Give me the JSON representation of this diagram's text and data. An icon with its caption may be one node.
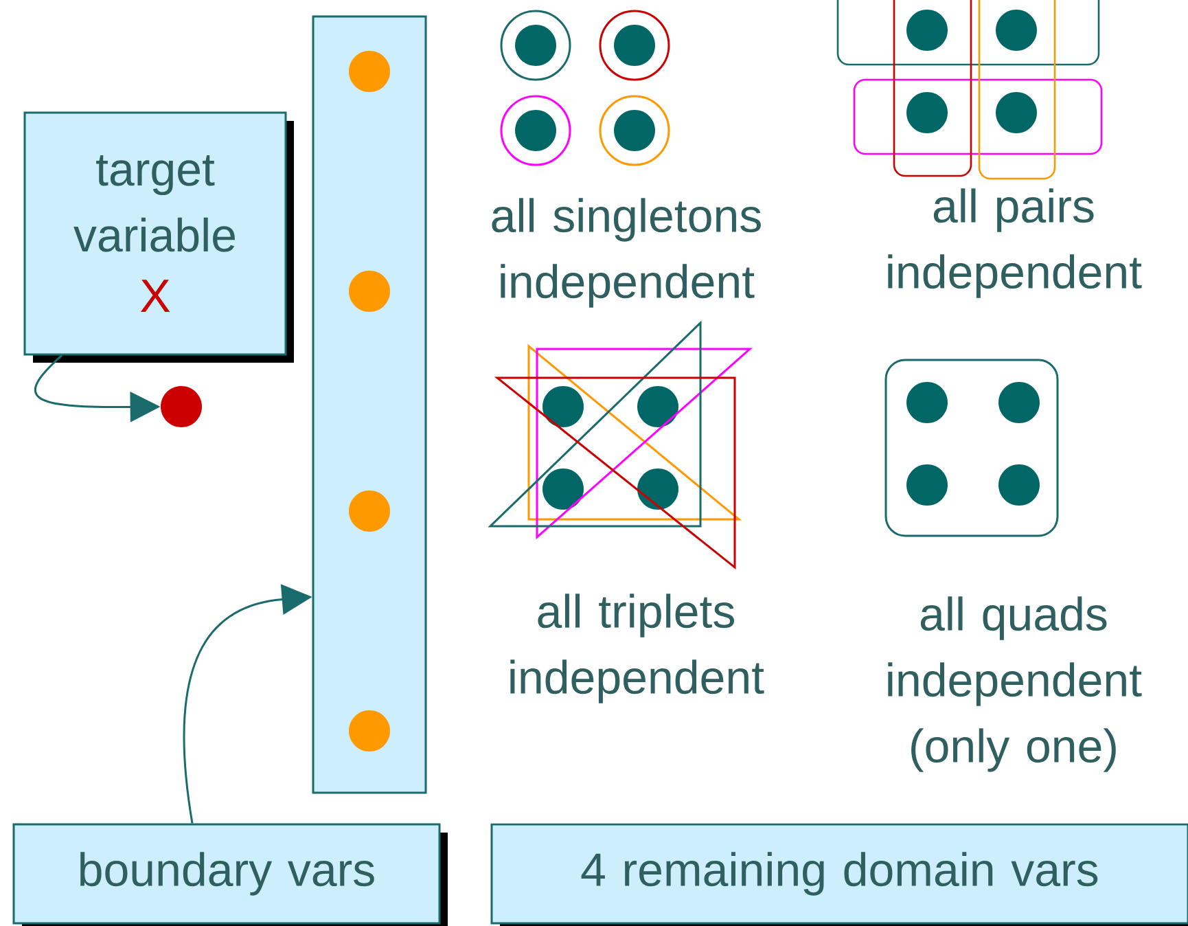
{
  "diagram": {
    "nodes": [
      {
        "text": [
          "target variable",
          "X"
        ]
      },
      {
        "text": [],
        "shape": "circle"
      },
      {
        "text": [],
        "shape": "bar"
      },
      {
        "text": [
          "boundary vars"
        ]
      },
      {
        "text": [
          "4 remaining domain vars"
        ]
      }
    ],
    "edges": [
      {
        "from": 0,
        "to": 1,
        "arrow": "to"
      },
      {
        "from": 3,
        "to": 2,
        "arrow": "to"
      }
    ],
    "labels": [
      "all singletons independent",
      "all pairs independent",
      "all triplets independent",
      "all quads independent (only one)"
    ]
  }
}
